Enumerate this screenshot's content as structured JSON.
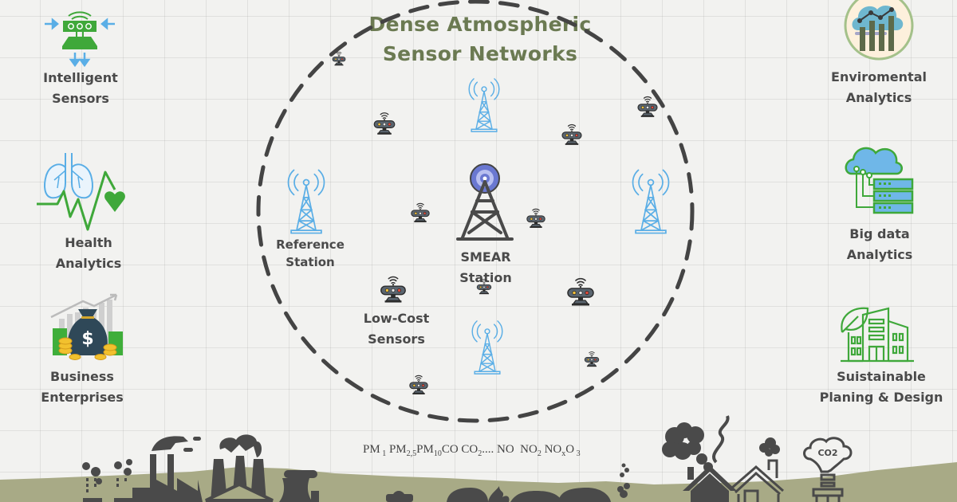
{
  "title": {
    "line1": "Dense Atmospheric",
    "line2": "Sensor Networks"
  },
  "colors": {
    "title_green": "#6b7a52",
    "label_gray": "#4a4a4a",
    "tower_blue": "#5aaee6",
    "smear_purple": "#6a78d1",
    "icon_green": "#3fa83a",
    "ground_olive": "#a8aa86",
    "silhouette": "#4a4a4a"
  },
  "left_panel": {
    "items": [
      {
        "icon": "intelligent-sensor-icon",
        "line1": "Intelligent",
        "line2": "Sensors"
      },
      {
        "icon": "lungs-heartbeat-icon",
        "line1": "Health",
        "line2": "Analytics"
      },
      {
        "icon": "money-bag-chart-icon",
        "line1": "Business",
        "line2": "Enterprises"
      }
    ]
  },
  "right_panel": {
    "items": [
      {
        "icon": "cloud-bar-chart-icon",
        "line1": "Enviromental",
        "line2": "Analytics"
      },
      {
        "icon": "cloud-server-icon",
        "line1": "Big data",
        "line2": "Analytics"
      },
      {
        "icon": "green-building-leaf-icon",
        "line1": "Suistainable",
        "line2": "Planing & Design"
      }
    ]
  },
  "network": {
    "reference_station": {
      "line1": "Reference",
      "line2": "Station"
    },
    "smear_station": {
      "line1": "SMEAR",
      "line2": "Station"
    },
    "low_cost_sensors": {
      "line1": "Low-Cost",
      "line2": "Sensors"
    }
  },
  "pollutants": {
    "pm1": "PM",
    "pm1_sub": "1",
    "pm25": "PM",
    "pm25_sub": "2,5",
    "pm10": "PM",
    "pm10_sub": "10",
    "co": "CO",
    "co2": "CO",
    "co2_sub": "2",
    "dots": "....",
    "no": "NO",
    "no2": "NO",
    "no2_sub": "2",
    "nox": "NO",
    "nox_sub": "x",
    "o3": "O",
    "o3_sub": "3"
  },
  "bottom_scene": {
    "co2_cloud_label": "CO2"
  }
}
